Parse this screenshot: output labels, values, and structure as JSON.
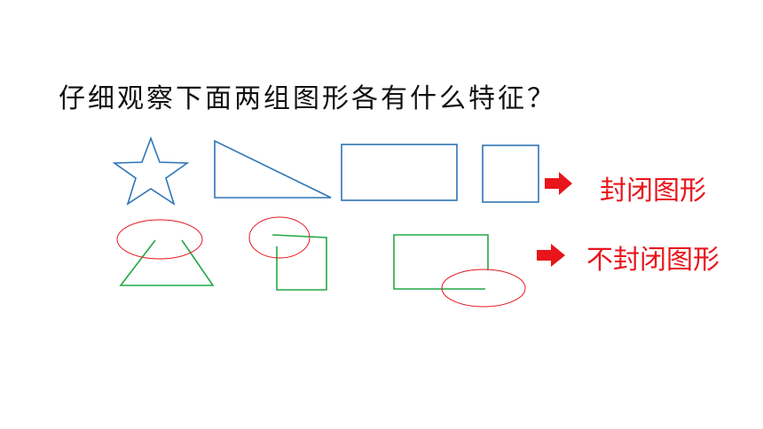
{
  "question": "仔细观察下面两组图形各有什么特征？",
  "labels": {
    "closed": "封闭图形",
    "open": "不封闭图形"
  },
  "colors": {
    "closed_shapes": "#2e75b6",
    "open_shapes": "#22a845",
    "highlight": "#e8151b",
    "text": "#111111"
  },
  "icons": [
    "star-shape",
    "right-triangle-shape",
    "rectangle-shape",
    "square-shape",
    "right-arrow-icon",
    "open-trapezoid-shape",
    "open-square-shape",
    "open-rectangle-shape",
    "gap-highlight-ellipse"
  ]
}
